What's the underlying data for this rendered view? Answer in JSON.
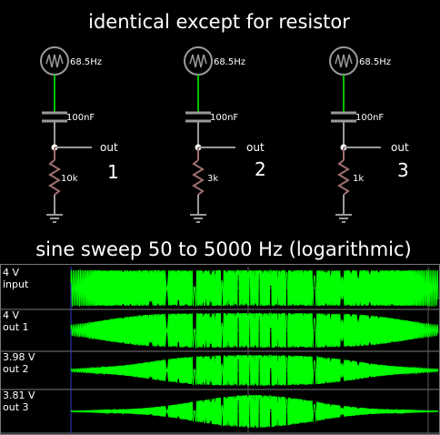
{
  "title": "identical except for resistor",
  "sweep_title": "sine sweep 50 to 5000 Hz (logarithmic)",
  "circuits": [
    {
      "source_freq": "68.5Hz",
      "cap": "100nF",
      "out_label": "out",
      "resistor": "10k",
      "number": "1"
    },
    {
      "source_freq": "68.5Hz",
      "cap": "100nF",
      "out_label": "out",
      "resistor": "3k",
      "number": "2"
    },
    {
      "source_freq": "68.5Hz",
      "cap": "100nF",
      "out_label": "out",
      "resistor": "1k",
      "number": "3"
    }
  ],
  "traces": [
    {
      "scale": "4 V",
      "label": "input",
      "amplitude": 1.0
    },
    {
      "scale": "4 V",
      "label": "out 1",
      "amplitude": 1.0
    },
    {
      "scale": "3.98 V",
      "label": "out 2",
      "amplitude": 0.995
    },
    {
      "scale": "3.81 V",
      "label": "out 3",
      "amplitude": 0.9525
    }
  ],
  "colors": {
    "background": "#000000",
    "wire_source": "#00c000",
    "wire_neutral": "#9a9a9a",
    "wire_resistor": "#a07070",
    "trace": "#00ff00",
    "grid": "#5a5a5a",
    "cursor": "#3a3ad0"
  }
}
